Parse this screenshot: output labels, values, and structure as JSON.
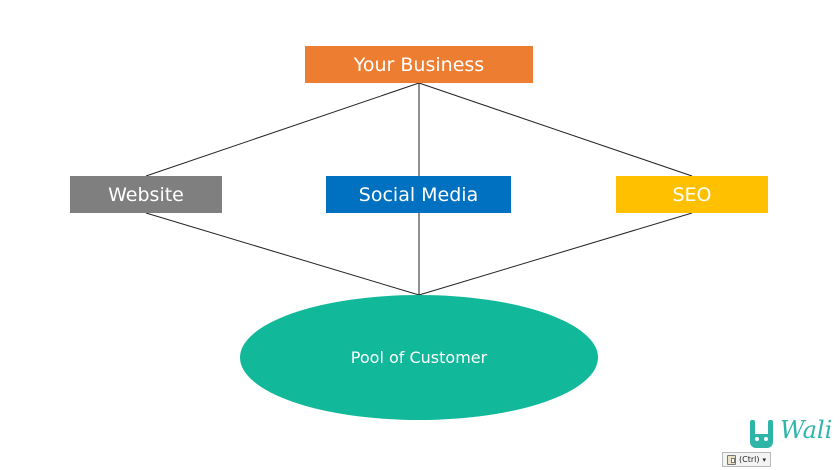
{
  "nodes": {
    "business": {
      "label": "Your Business",
      "color": "#ED7D31"
    },
    "website": {
      "label": "Website",
      "color": "#7F7F7F"
    },
    "social": {
      "label": "Social Media",
      "color": "#0070C0"
    },
    "seo": {
      "label": "SEO",
      "color": "#FFC000"
    }
  },
  "pool": {
    "label": "Pool of Customer",
    "color": "#12B89A"
  },
  "logo": {
    "text": "Wali",
    "color": "#2FB5A8"
  },
  "paste_chip": {
    "label": "(Ctrl)",
    "caret": "▾"
  }
}
